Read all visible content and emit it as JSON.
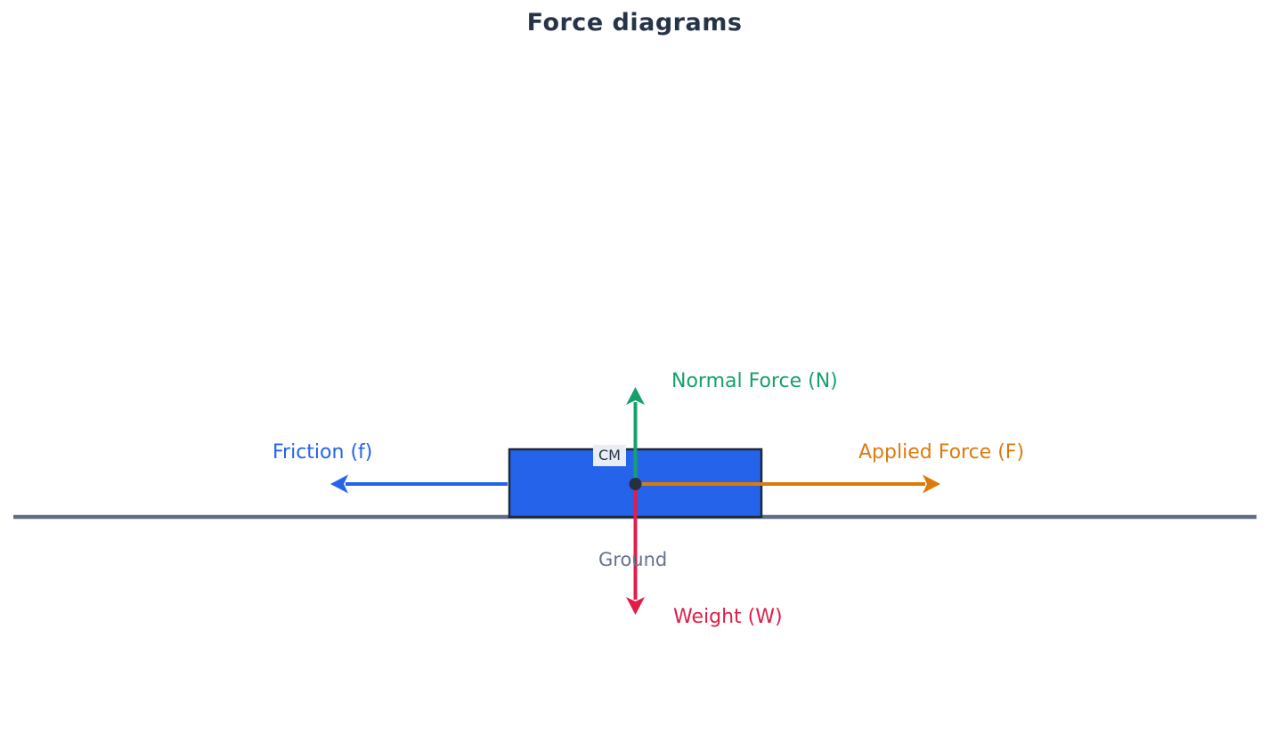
{
  "title": "Force diagrams",
  "block": {
    "fill": "#2563eb",
    "border_color": "#1f2937",
    "cm_label": "CM",
    "cm_dot_color": "#27303f"
  },
  "ground": {
    "label": "Ground",
    "line_color": "#5f6e85",
    "label_color": "#64748b"
  },
  "forces": {
    "normal": {
      "label": "Normal Force (N)",
      "direction": "up",
      "color": "#16a06a"
    },
    "friction": {
      "label": "Friction (f)",
      "direction": "left",
      "color": "#2563eb"
    },
    "applied": {
      "label": "Applied Force (F)",
      "direction": "right",
      "color": "#dd7a0c"
    },
    "weight": {
      "label": "Weight (W)",
      "direction": "down",
      "color": "#e11d48"
    }
  }
}
